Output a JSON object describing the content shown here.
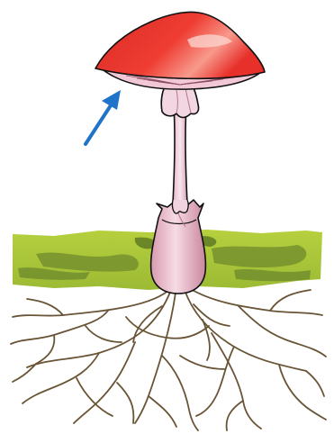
{
  "diagram": {
    "subject": "mushroom-anatomy",
    "labels": [],
    "parts": [
      "cap",
      "gills",
      "ring",
      "stalk",
      "volva",
      "soil",
      "mycelium"
    ],
    "pointer": {
      "target": "gills",
      "color": "#1f73c8"
    },
    "colors": {
      "cap": "#e8302b",
      "cap_highlight": "#f47a6a",
      "gills": "#f3c8d6",
      "stalk": "#f0d3df",
      "volva": "#efc0d0",
      "soil": "#a8c63a",
      "soil_dark": "#5d7a2a",
      "mycelium": "#6a5436",
      "outline": "#111111"
    }
  }
}
